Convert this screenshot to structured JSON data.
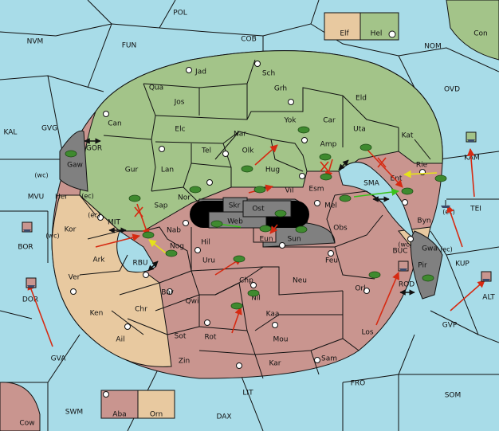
{
  "colors": {
    "ocean": "#a8dce8",
    "green_power": "#a3c489",
    "pink_power": "#c9958f",
    "tan_neutral": "#e8c9a0",
    "grey_neutral": "#808080",
    "army": "#3f8a2f",
    "move_order": "#d62a12",
    "support_order": "#e6e21a",
    "convoy_order": "#39c11a"
  },
  "legend_top": {
    "tan_label": "Elf",
    "green_label": "Hel"
  },
  "legend_bottom": {
    "pink_label": "Aba",
    "tan_label": "Orn"
  },
  "seas": {
    "pol": "POL",
    "nvm": "NVM",
    "fun": "FUN",
    "cob": "COB",
    "nom": "NOM",
    "con": "Con",
    "ovd": "OVD",
    "kal": "KAL",
    "gvg": "GVG",
    "gor": "GOR",
    "kam": "KAM",
    "mvu": "MVU",
    "tei": "TEI",
    "mit": "MIT",
    "sma": "SMA",
    "bor": "BOR",
    "rbu": "RBU",
    "kup": "KUP",
    "buc": "BUC",
    "dor": "DOR",
    "rod": "ROD",
    "alt": "ALT",
    "gvp": "GVP",
    "gva": "GVA",
    "fro": "FRO",
    "lit": "LIT",
    "som": "SOM",
    "swm": "SWM",
    "dax": "DAX",
    "cow": "Cow"
  },
  "provinces": {
    "jad": "Jad",
    "sch": "Sch",
    "qua": "Qua",
    "jos": "Jos",
    "grh": "Grh",
    "eld": "Eld",
    "can": "Can",
    "yok": "Yok",
    "car": "Car",
    "elc": "Elc",
    "nar": "Nar",
    "uta": "Uta",
    "kat": "Kat",
    "tel": "Tel",
    "olk": "Olk",
    "amp": "Amp",
    "gur": "Gur",
    "lan": "Lan",
    "hug": "Hug",
    "rie": "Rie",
    "gaw": "Gaw",
    "esm": "Esm",
    "ent": "Ent",
    "nor": "Nor",
    "vil": "Vil",
    "skr": "Skr",
    "ost": "Ost",
    "web": "Web",
    "mel": "Mel",
    "her": "Her",
    "sap": "Sap",
    "kor": "Kor",
    "nab": "Nab",
    "hil": "Hil",
    "eun": "Eun",
    "sun": "Sun",
    "obs": "Obs",
    "byn": "Byn",
    "nog": "Nog",
    "gwa": "Gwa",
    "ark": "Ark",
    "uru": "Uru",
    "feu": "Feu",
    "pir": "Pir",
    "ver": "Ver",
    "chp": "Chp",
    "neu": "Neu",
    "bar": "Bar",
    "qwi": "Qwi",
    "orl": "Orl",
    "nil": "Nil",
    "ken": "Ken",
    "chr": "Chr",
    "kaa": "Kaa",
    "los": "Los",
    "sot": "Sot",
    "rot": "Rot",
    "mou": "Mou",
    "ail": "Ail",
    "zin": "Zin",
    "kar": "Kar",
    "sam": "Sam"
  },
  "coast_marks": {
    "wc1": "(wc)",
    "ec1": "(ec)",
    "ec2": "(ec)",
    "wc2": "(wc)",
    "wc3": "(wc)",
    "ec3": "(ec)",
    "ec4": "(ec)"
  }
}
